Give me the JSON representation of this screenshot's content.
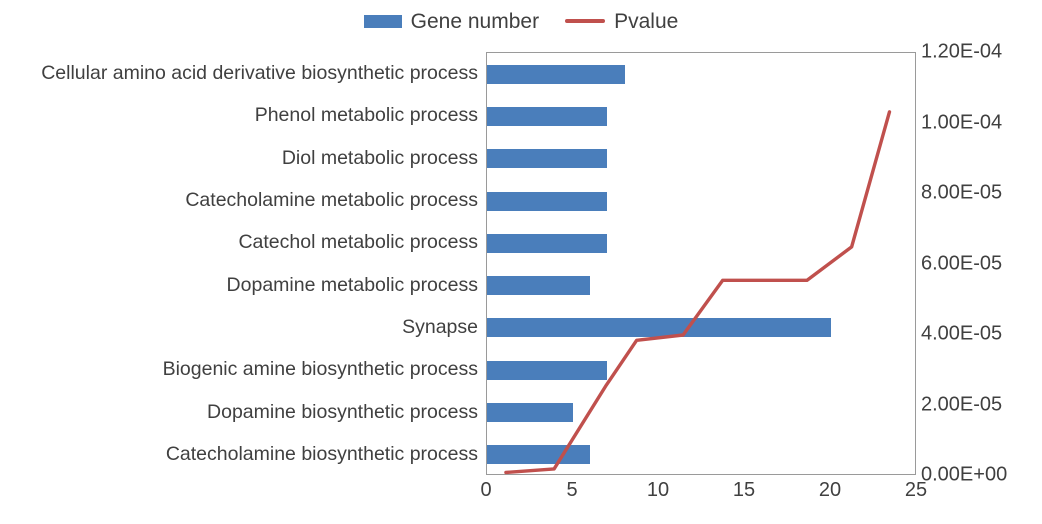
{
  "legend": {
    "position": "top-center",
    "items": [
      {
        "label": "Gene number",
        "marker": "bar-swatch-icon",
        "color": "#4A7EBB"
      },
      {
        "label": "Pvalue",
        "marker": "line-swatch-icon",
        "color": "#C0504D"
      }
    ]
  },
  "colors": {
    "bar": "#4A7EBB",
    "line": "#C0504D",
    "axis": "#9a9a9a",
    "text": "#404040",
    "background": "#ffffff"
  },
  "chart_data": {
    "type": "bar",
    "title": "",
    "subtitle": "",
    "xlabel": "",
    "ylabel": "",
    "orientation": "horizontal",
    "grid": false,
    "legend_position": "top-center",
    "categories": [
      "Cellular amino acid derivative biosynthetic process",
      "Phenol metabolic process",
      "Diol metabolic process",
      "Catecholamine metabolic process",
      "Catechol metabolic process",
      "Dopamine metabolic process",
      "Synapse",
      "Biogenic amine biosynthetic process",
      "Dopamine biosynthetic process",
      "Catecholamine biosynthetic process"
    ],
    "series": [
      {
        "name": "Gene number",
        "axis": "bottom",
        "type": "bar",
        "color": "#4A7EBB",
        "values": [
          8,
          7,
          7,
          7,
          7,
          6,
          20,
          7,
          5,
          6
        ]
      },
      {
        "name": "Pvalue",
        "axis": "right",
        "type": "line",
        "color": "#C0504D",
        "values": [
          0.000103,
          6.5e-05,
          5.55e-05,
          5.55e-05,
          4e-05,
          3.85e-05,
          3e-05,
          2.55e-05,
          2e-06,
          1e-06
        ]
      }
    ],
    "xaxis": {
      "label": "",
      "ticks": [
        "0",
        "5",
        "10",
        "15",
        "20",
        "25"
      ],
      "values": [
        0,
        5,
        10,
        15,
        20,
        25
      ],
      "min": 0,
      "max": 25
    },
    "yaxis_right": {
      "label": "",
      "ticks": [
        "0.00E+00",
        "2.00E-05",
        "4.00E-05",
        "6.00E-05",
        "8.00E-05",
        "1.00E-04",
        "1.20E-04"
      ],
      "values": [
        0,
        2e-05,
        4e-05,
        6e-05,
        8e-05,
        0.0001,
        0.00012
      ],
      "min": 0,
      "max": 0.00012
    },
    "pvalue_line_points": [
      {
        "x": 1.1,
        "y": 1e-06
      },
      {
        "x": 3.9,
        "y": 2e-06
      },
      {
        "x": 6.9,
        "y": 2.55e-05
      },
      {
        "x": 8.7,
        "y": 3.85e-05
      },
      {
        "x": 11.4,
        "y": 4e-05
      },
      {
        "x": 13.7,
        "y": 5.55e-05
      },
      {
        "x": 18.6,
        "y": 5.55e-05
      },
      {
        "x": 21.2,
        "y": 6.5e-05
      },
      {
        "x": 23.4,
        "y": 0.0001033
      }
    ]
  }
}
